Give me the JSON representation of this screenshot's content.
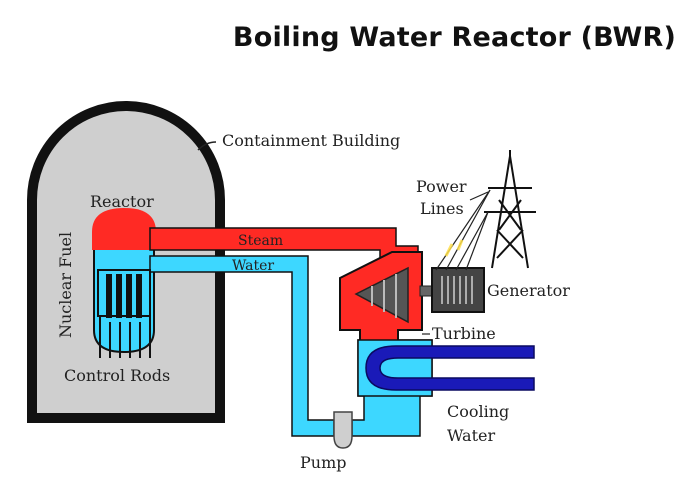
{
  "title": "Boiling Water Reactor (BWR)",
  "labels": {
    "containment_building": "Containment Building",
    "reactor": "Reactor",
    "nuclear_fuel": "Nuclear Fuel",
    "control_rods": "Control Rods",
    "steam": "Steam",
    "water": "Water",
    "power": "Power",
    "lines": "Lines",
    "generator": "Generator",
    "turbine": "Turbine",
    "cooling": "Cooling",
    "cooling_water": "Water",
    "pump": "Pump"
  },
  "colors": {
    "steam": "#ff2a24",
    "water": "#3dd7ff",
    "cooling_pipe": "#1a1ab8",
    "containment": "#111111",
    "building_fill": "#cfcfcf",
    "turbine": "#555555",
    "generator": "#444444",
    "power_line_glow": "#ffe04d"
  }
}
